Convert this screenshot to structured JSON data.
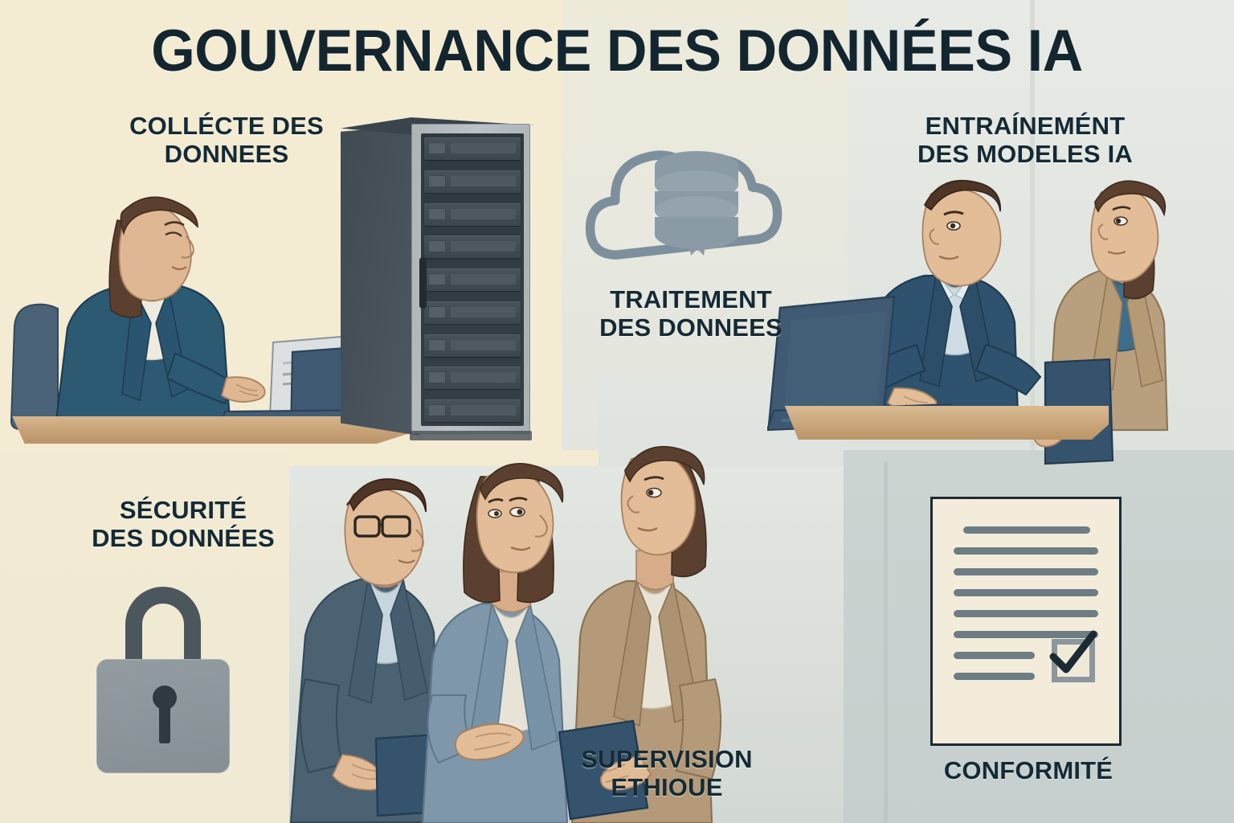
{
  "page": {
    "title": "GOUVERNANCE DES DONNÉES IA",
    "background_color": "#f4ebd3",
    "text_color": "#13262f",
    "accent_gray": "#7d8f9c"
  },
  "sections": [
    {
      "id": "collecte",
      "label": "COLLÉCTE DES\nDONNEES",
      "icon": "woman-at-laptop-illustration",
      "position": "top-left"
    },
    {
      "id": "traitement",
      "label": "TRAITEMENT\nDES DONNEES",
      "icon": "cloud-database-icon",
      "position": "top-center"
    },
    {
      "id": "entrainement",
      "label": "ENTRAÍNEMÉNT\nDES MODELES IA",
      "icon": "two-people-at-laptop-illustration",
      "position": "top-right"
    },
    {
      "id": "securite",
      "label": "SÉCURITÉ\nDES DONNÉES",
      "icon": "padlock-icon",
      "position": "bottom-left"
    },
    {
      "id": "supervision",
      "label": "SUPERVISION\nETHIOUE",
      "icon": "three-people-discussing-illustration",
      "position": "bottom-center"
    },
    {
      "id": "conformite",
      "label": "CONFORMITÉ",
      "icon": "document-checklist-icon",
      "position": "bottom-right"
    }
  ],
  "icons": {
    "server_rack": {
      "name": "server-rack-illustration",
      "blade_count": 9,
      "frame_color": "#b0b7bb",
      "body_color": "#4a555e"
    },
    "cloud_database": {
      "name": "cloud-database-icon",
      "stroke_color": "#7d8f9c",
      "disc_count": 3
    },
    "padlock": {
      "name": "padlock-icon",
      "body_color": "#8b959a",
      "shackle_color": "#4c575d"
    },
    "document": {
      "name": "document-checklist-icon",
      "line_count": 8,
      "line_color": "#6e7d84",
      "checkmark_color": "#1c2a33",
      "border_color": "#1c2a33"
    }
  },
  "figures": {
    "collecte_person": {
      "name": "woman-typing-on-laptop",
      "jacket_color": "#2d5a73",
      "hair_color": "#5b4030"
    },
    "entrainement_man": {
      "name": "man-in-navy-suit",
      "jacket_color": "#2f536e",
      "shirt_color": "#cfdce3"
    },
    "entrainement_woman": {
      "name": "woman-in-tan-blazer",
      "jacket_color": "#b89f7d",
      "top_color": "#3f6d8c"
    },
    "supervision_man": {
      "name": "man-with-glasses",
      "jacket_color": "#4b6273"
    },
    "supervision_woman_center": {
      "name": "woman-gesturing",
      "jacket_color": "#7e97ab",
      "top_color": "#e7e3d6"
    },
    "supervision_woman_right": {
      "name": "woman-in-tan-blazer-holding-folder",
      "jacket_color": "#b49a78"
    },
    "folder_color": "#35536d"
  }
}
